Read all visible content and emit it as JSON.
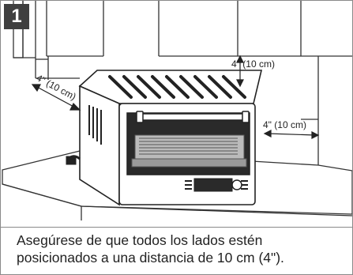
{
  "step": {
    "number": "1"
  },
  "dimensions": {
    "top_clearance": "4\" (10 cm)",
    "side_clearance": "4\" (10 cm)",
    "back_clearance": "4\" (10 cm)"
  },
  "caption": {
    "line1": "Asegúrese de que todos los lados estén",
    "line2": "posicionados a una distancia de 10 cm (4\")."
  }
}
